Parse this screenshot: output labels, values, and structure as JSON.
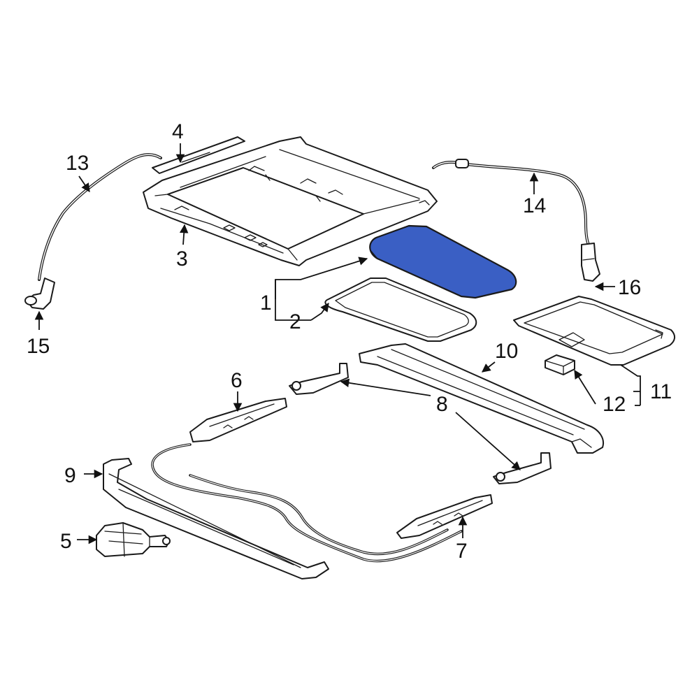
{
  "colors": {
    "highlight_fill": "#3a5fc4",
    "line": "#1a1a1a",
    "background": "#ffffff"
  },
  "callouts": {
    "c1": "1",
    "c2": "2",
    "c3": "3",
    "c4": "4",
    "c5": "5",
    "c6": "6",
    "c7": "7",
    "c8": "8",
    "c9": "9",
    "c10": "10",
    "c11": "11",
    "c12": "12",
    "c13": "13",
    "c14": "14",
    "c15": "15",
    "c16": "16"
  }
}
